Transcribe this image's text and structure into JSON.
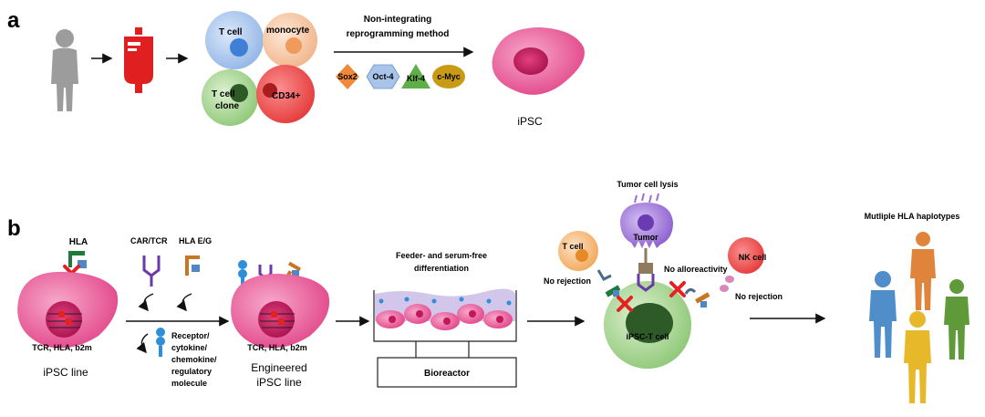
{
  "panel_a": {
    "label": "a",
    "cells": {
      "t_cell": "T cell",
      "monocyte": "monocyte",
      "t_cell_clone_line1": "T cell",
      "t_cell_clone_line2": "clone",
      "cd34": "CD34+"
    },
    "method_line1": "Non-integrating",
    "method_line2": "reprogramming method",
    "factors": [
      "Sox2",
      "Oct-4",
      "Klf-4",
      "c-Myc"
    ],
    "ipsc_label": "iPSC"
  },
  "panel_b": {
    "label": "b",
    "hla_label": "HLA",
    "knockout_genes_1": "TCR, HLA, b2m",
    "ipsc_line_label": "iPSC line",
    "car_tcr_label": "CAR/TCR",
    "hla_eg_label": "HLA  E/G",
    "receptor_lines": [
      "Receptor/",
      "cytokine/",
      "chemokine/",
      "regulatory",
      "molecule"
    ],
    "knockout_genes_2": "TCR, HLA, b2m",
    "engineered_line1": "Engineered",
    "engineered_line2": "iPSC line",
    "differentiation_line1": "Feeder- and serum-free",
    "differentiation_line2": "differentiation",
    "bioreactor_label": "Bioreactor",
    "tumor_lysis_label": "Tumor cell lysis",
    "tumor_label": "Tumor",
    "t_cell_label": "T cell",
    "no_rejection_left": "No rejection",
    "no_alloreactivity": "No alloreactivity",
    "nk_cell_label": "NK cell",
    "no_rejection_right": "No rejection",
    "ipsc_t_cell_label": "iPSC-T cell",
    "haplotypes_label": "Mutliple HLA haplotypes"
  },
  "colors": {
    "ipsc_pink": "#ec5b9a",
    "nucleus": "#c2185b",
    "blood_red": "#e02020",
    "t_cell_blue": "#9fc1ea",
    "monocyte_peach": "#f6c9a6",
    "clone_green": "#9fd08a",
    "cd34_red": "#f04848",
    "tumor_purple": "#9b6fd6",
    "nk_red": "#f05a5a",
    "ipsc_t_green": "#a8d88a",
    "block_red": "#e52222"
  }
}
